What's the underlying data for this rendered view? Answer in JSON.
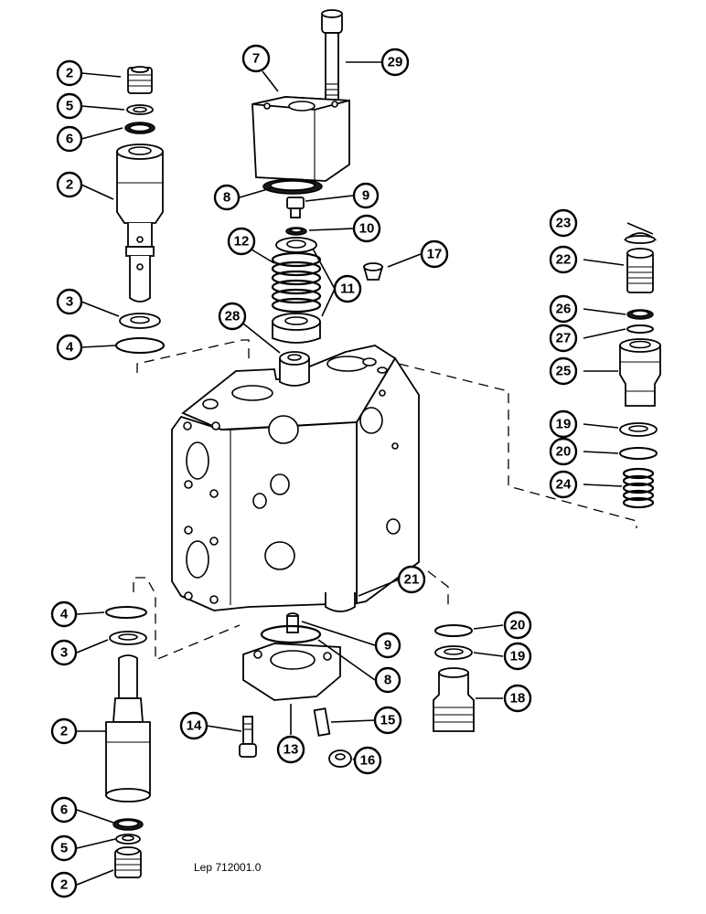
{
  "drawing_reference": "Lep 712001.0",
  "callouts": [
    {
      "id": "c1",
      "label": "2"
    },
    {
      "id": "c2",
      "label": "5"
    },
    {
      "id": "c3",
      "label": "6"
    },
    {
      "id": "c4",
      "label": "2"
    },
    {
      "id": "c5",
      "label": "3"
    },
    {
      "id": "c6",
      "label": "4"
    },
    {
      "id": "c7",
      "label": "7"
    },
    {
      "id": "c8",
      "label": "29"
    },
    {
      "id": "c9",
      "label": "8"
    },
    {
      "id": "c10",
      "label": "9"
    },
    {
      "id": "c11",
      "label": "10"
    },
    {
      "id": "c12",
      "label": "12"
    },
    {
      "id": "c13",
      "label": "17"
    },
    {
      "id": "c14",
      "label": "11"
    },
    {
      "id": "c15",
      "label": "28"
    },
    {
      "id": "c16",
      "label": "23"
    },
    {
      "id": "c17",
      "label": "22"
    },
    {
      "id": "c18",
      "label": "26"
    },
    {
      "id": "c19",
      "label": "27"
    },
    {
      "id": "c20",
      "label": "25"
    },
    {
      "id": "c21",
      "label": "19"
    },
    {
      "id": "c22",
      "label": "20"
    },
    {
      "id": "c23",
      "label": "24"
    },
    {
      "id": "c24",
      "label": "21"
    },
    {
      "id": "c25",
      "label": "4"
    },
    {
      "id": "c26",
      "label": "3"
    },
    {
      "id": "c27",
      "label": "9"
    },
    {
      "id": "c28",
      "label": "8"
    },
    {
      "id": "c29",
      "label": "20"
    },
    {
      "id": "c30",
      "label": "19"
    },
    {
      "id": "c31",
      "label": "18"
    },
    {
      "id": "c32",
      "label": "2"
    },
    {
      "id": "c33",
      "label": "14"
    },
    {
      "id": "c34",
      "label": "15"
    },
    {
      "id": "c35",
      "label": "13"
    },
    {
      "id": "c36",
      "label": "16"
    },
    {
      "id": "c37",
      "label": "6"
    },
    {
      "id": "c38",
      "label": "5"
    },
    {
      "id": "c39",
      "label": "2"
    }
  ]
}
